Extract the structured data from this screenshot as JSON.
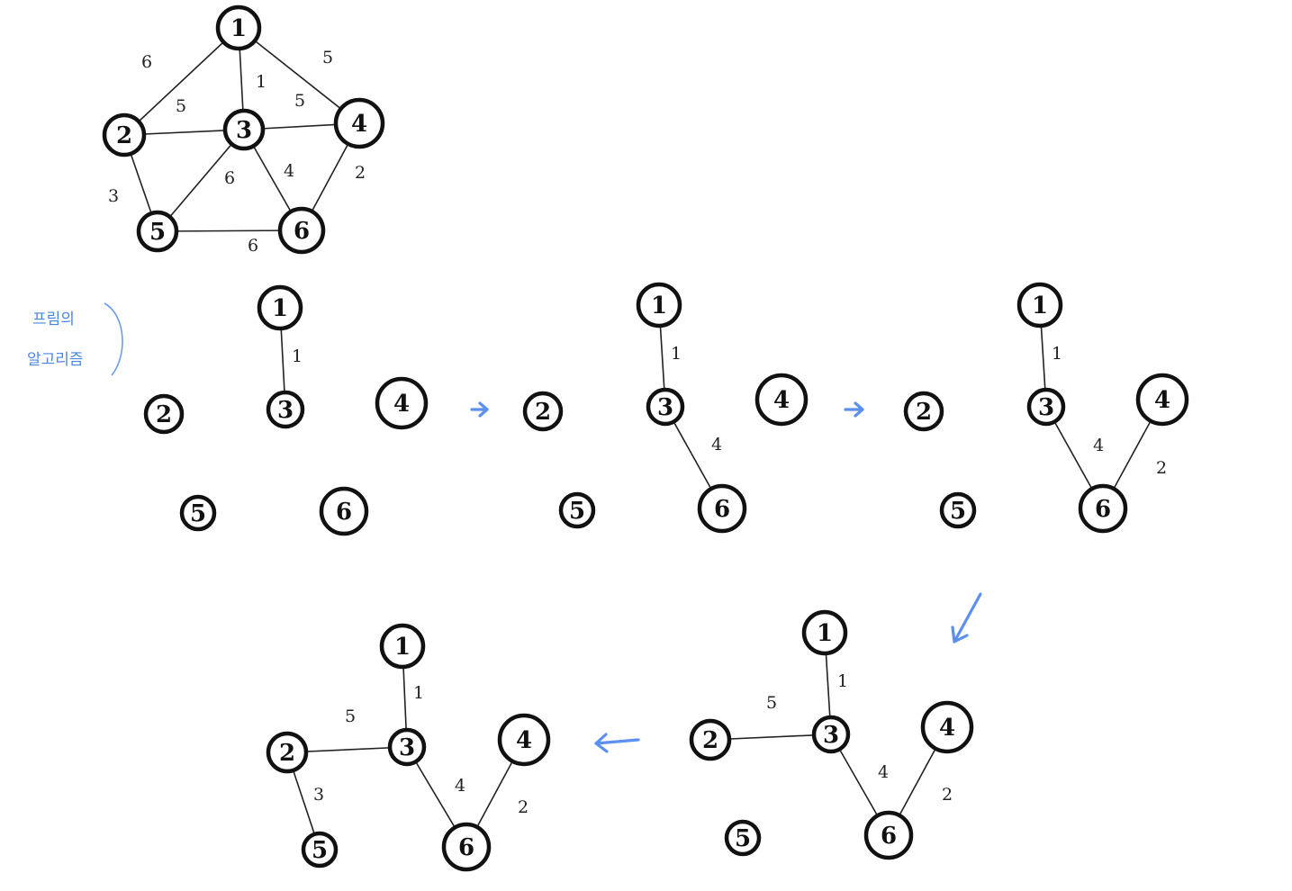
{
  "note": {
    "line1": "프림의",
    "line2": "알고리즘"
  },
  "colors": {
    "ink": "#111111",
    "arrow": "#5b8ff0"
  },
  "graphs": [
    {
      "id": "original",
      "nodes": [
        "1",
        "2",
        "3",
        "4",
        "5",
        "6"
      ],
      "edges": [
        {
          "from": "1",
          "to": "2",
          "weight": "6"
        },
        {
          "from": "1",
          "to": "3",
          "weight": "1"
        },
        {
          "from": "1",
          "to": "4",
          "weight": "5"
        },
        {
          "from": "2",
          "to": "3",
          "weight": "5"
        },
        {
          "from": "3",
          "to": "4",
          "weight": "5"
        },
        {
          "from": "2",
          "to": "5",
          "weight": "3"
        },
        {
          "from": "3",
          "to": "5",
          "weight": "6"
        },
        {
          "from": "3",
          "to": "6",
          "weight": "4"
        },
        {
          "from": "4",
          "to": "6",
          "weight": "2"
        },
        {
          "from": "5",
          "to": "6",
          "weight": "6"
        }
      ]
    },
    {
      "id": "step-1",
      "nodes": [
        "1",
        "2",
        "3",
        "4",
        "5",
        "6"
      ],
      "edges": [
        {
          "from": "1",
          "to": "3",
          "weight": "1"
        }
      ]
    },
    {
      "id": "step-2",
      "nodes": [
        "1",
        "2",
        "3",
        "4",
        "5",
        "6"
      ],
      "edges": [
        {
          "from": "1",
          "to": "3",
          "weight": "1"
        },
        {
          "from": "3",
          "to": "6",
          "weight": "4"
        }
      ]
    },
    {
      "id": "step-3",
      "nodes": [
        "1",
        "2",
        "3",
        "4",
        "5",
        "6"
      ],
      "edges": [
        {
          "from": "1",
          "to": "3",
          "weight": "1"
        },
        {
          "from": "3",
          "to": "6",
          "weight": "4"
        },
        {
          "from": "4",
          "to": "6",
          "weight": "2"
        }
      ]
    },
    {
      "id": "step-4",
      "nodes": [
        "1",
        "2",
        "3",
        "4",
        "5",
        "6"
      ],
      "edges": [
        {
          "from": "1",
          "to": "3",
          "weight": "1"
        },
        {
          "from": "2",
          "to": "3",
          "weight": "5"
        },
        {
          "from": "3",
          "to": "6",
          "weight": "4"
        },
        {
          "from": "4",
          "to": "6",
          "weight": "2"
        }
      ]
    },
    {
      "id": "step-5",
      "nodes": [
        "1",
        "2",
        "3",
        "4",
        "5",
        "6"
      ],
      "edges": [
        {
          "from": "1",
          "to": "3",
          "weight": "1"
        },
        {
          "from": "2",
          "to": "3",
          "weight": "5"
        },
        {
          "from": "2",
          "to": "5",
          "weight": "3"
        },
        {
          "from": "3",
          "to": "6",
          "weight": "4"
        },
        {
          "from": "4",
          "to": "6",
          "weight": "2"
        }
      ]
    }
  ]
}
